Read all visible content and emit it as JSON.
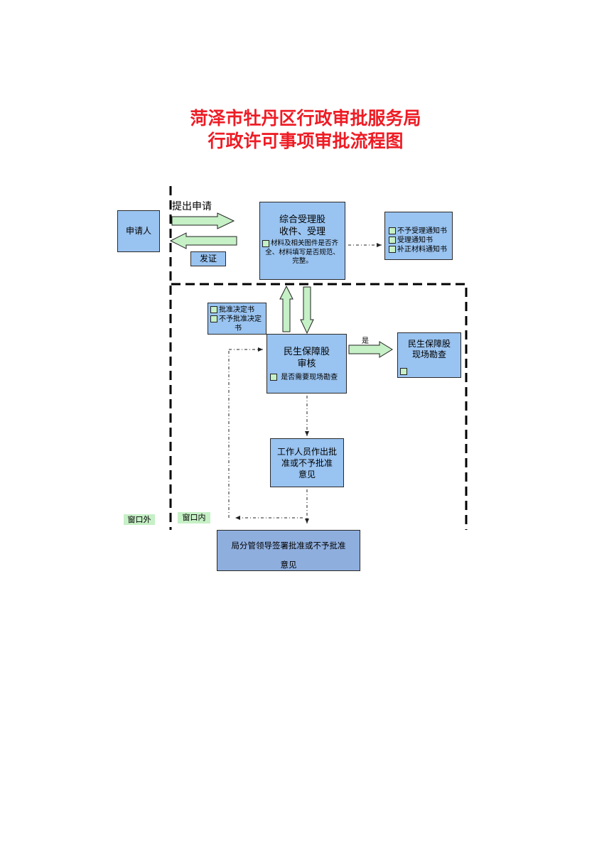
{
  "title": {
    "line1": "菏泽市牡丹区行政审批服务局",
    "line2": "行政许可事项审批流程图"
  },
  "applicant": {
    "label": "申请人"
  },
  "submit_label": "提出申请",
  "issue_label": "发证",
  "reception": {
    "line1": "综合受理股",
    "line2": "收件、受理",
    "check_line1": "材料及相关图件是否齐",
    "check_line2": "全、材料填写是否规范、",
    "check_line3": "完整。"
  },
  "notices": {
    "items": [
      "不予受理通知书",
      "受理通知书",
      "补正材料通知书"
    ]
  },
  "decisions": {
    "line1": "批准决定书",
    "line2": "不予批准决定",
    "line3": "书"
  },
  "review": {
    "line1": "民生保障股",
    "line2": "审核",
    "check": "是否需要现场勘查"
  },
  "yes_label": "是",
  "survey": {
    "line1": "民生保障股",
    "line2": "现场勘查"
  },
  "staff": {
    "line1": "工作人员作出批",
    "line2": "准或不予批准",
    "line3": "意见"
  },
  "leader": {
    "line1": "局分管领导签署批准或不予批准",
    "line2": "意见"
  },
  "zone_outside": "窗口外",
  "zone_inside": "窗口内",
  "colors": {
    "title": "#ee1c25",
    "box_fill": "#99c3f0",
    "final_box_fill": "#8eaede",
    "arrow_fill": "#c6f0c6"
  }
}
